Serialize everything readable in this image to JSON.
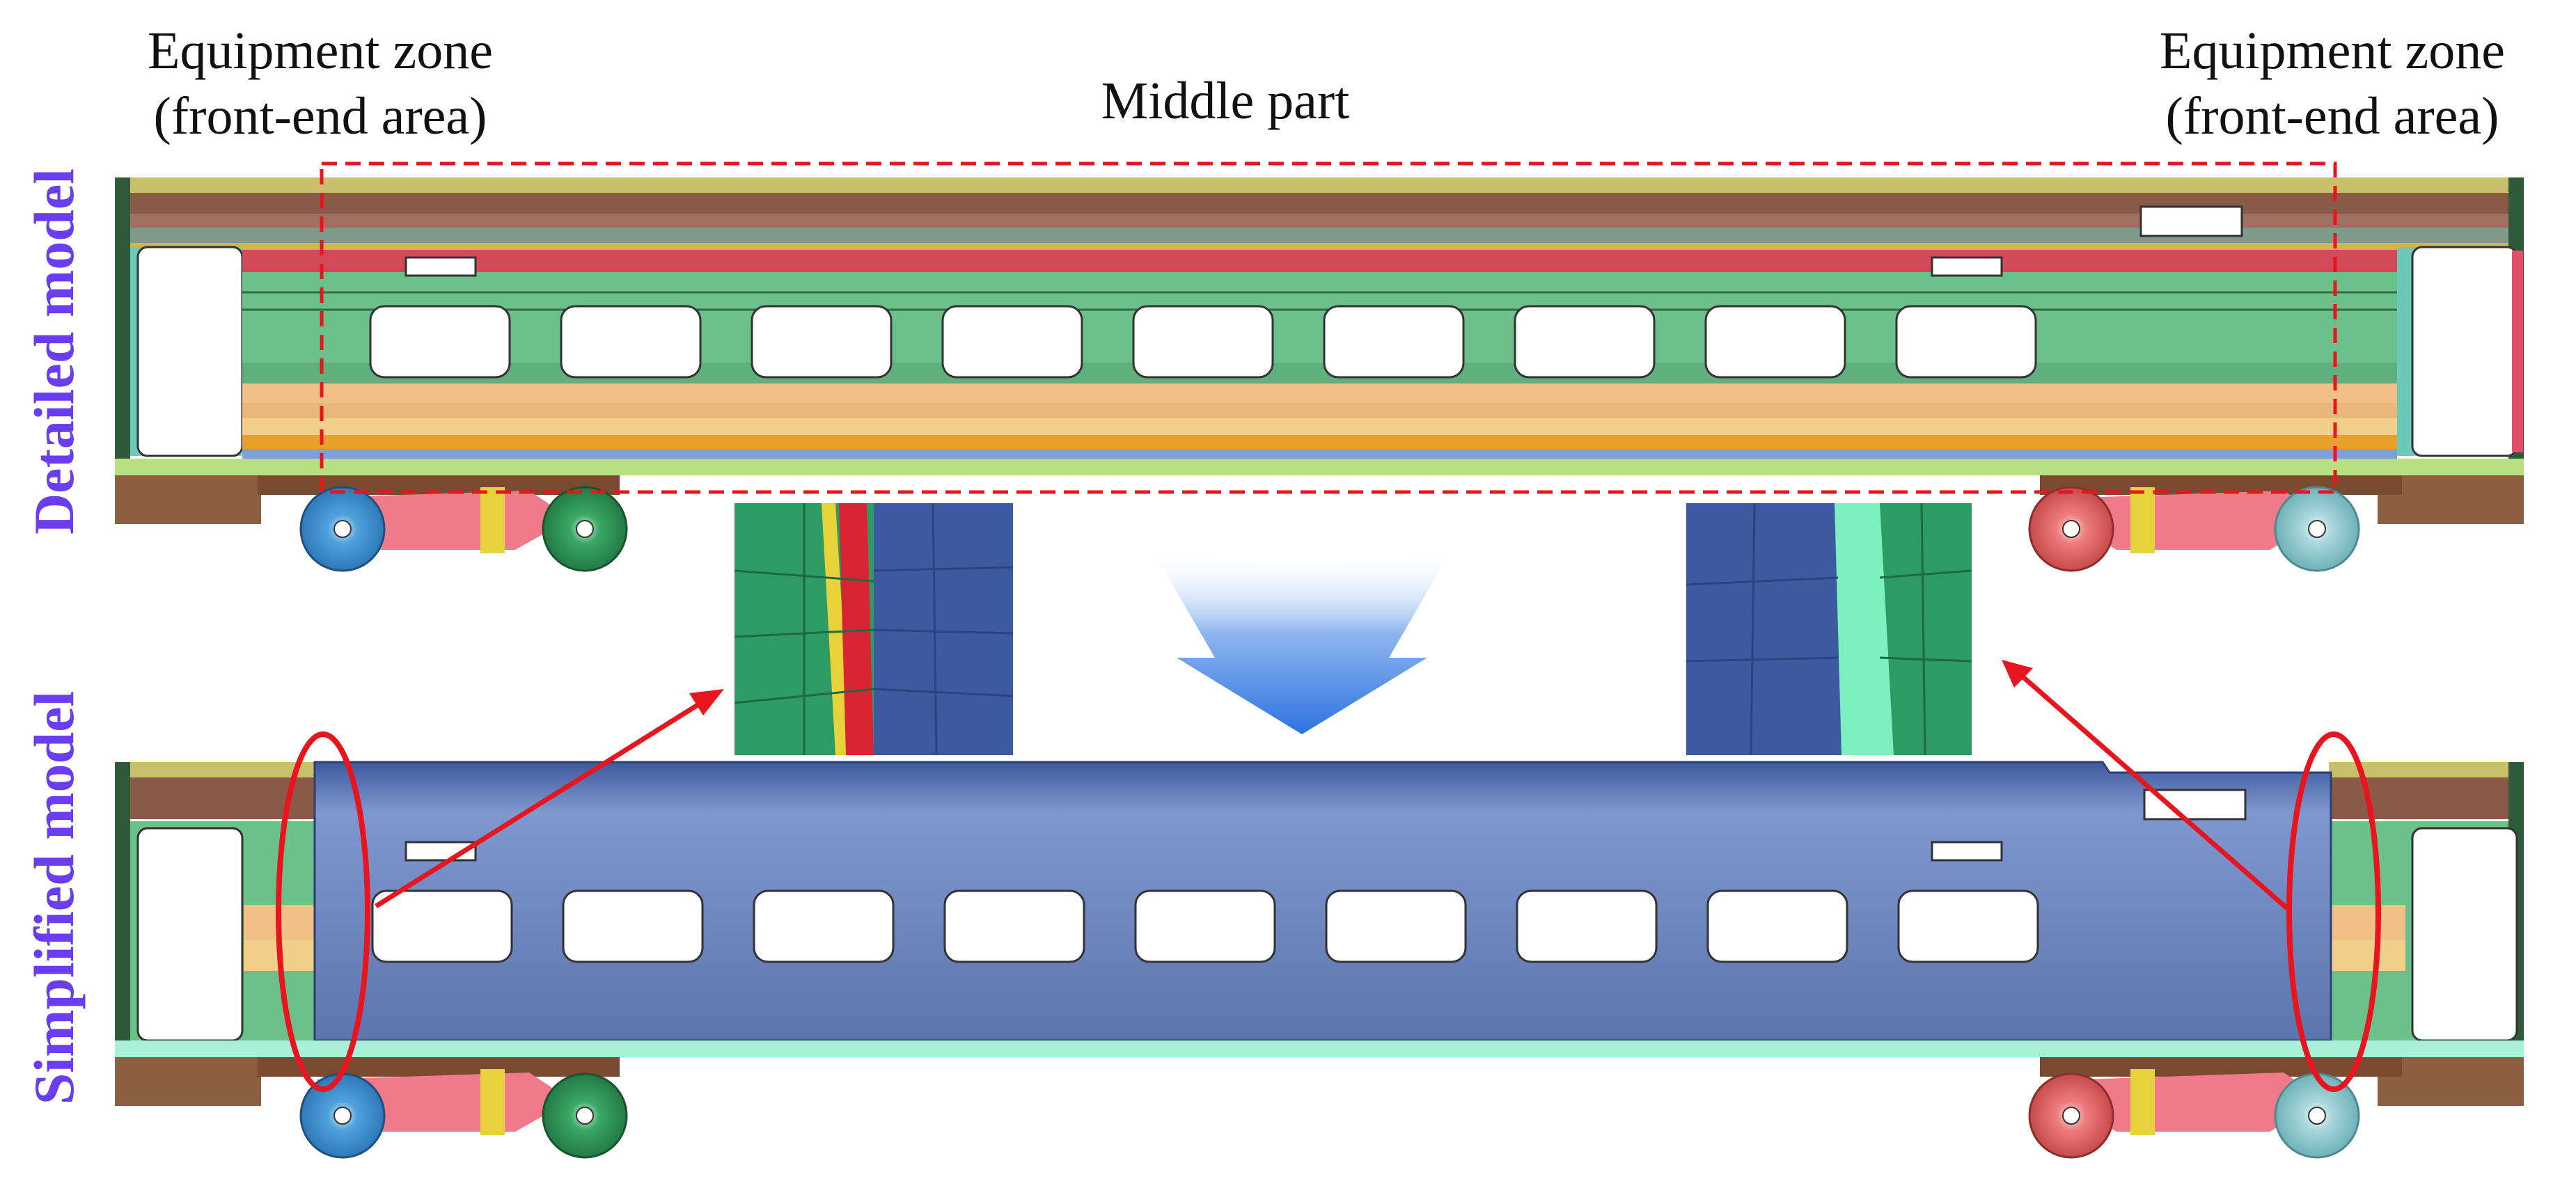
{
  "labels": {
    "left_zone_line1": "Equipment zone",
    "left_zone_line2": "(front-end area)",
    "right_zone_line1": "Equipment zone",
    "right_zone_line2": "(front-end area)",
    "middle": "Middle part",
    "detailed": "Detailed model",
    "simplified": "Simplified model"
  },
  "colors": {
    "side_label": "#6a3df0",
    "highlight": "#e8141e",
    "body_green": "#6cc08a",
    "simplified_blue": "#7088c0",
    "arrow_blue": "#3f83e6"
  }
}
